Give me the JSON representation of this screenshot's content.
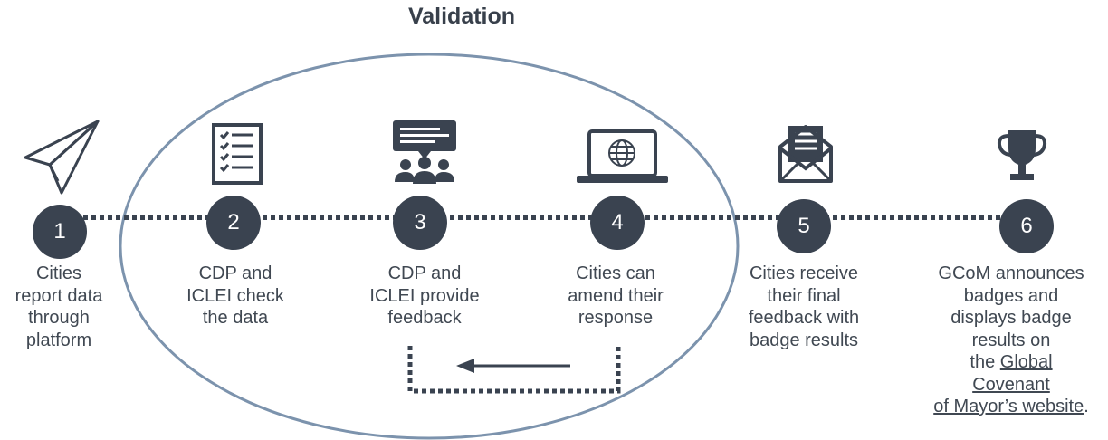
{
  "title": "Validation",
  "colors": {
    "dark": "#3a4350",
    "ellipse": "#7c93ad",
    "text": "#404852"
  },
  "steps": [
    {
      "number": "1",
      "icon": "paper-plane-icon",
      "lines": [
        "Cities",
        "report data",
        "through",
        "platform"
      ]
    },
    {
      "number": "2",
      "icon": "checklist-icon",
      "lines": [
        "CDP and",
        "ICLEI check",
        "the data"
      ]
    },
    {
      "number": "3",
      "icon": "group-feedback-icon",
      "lines": [
        "CDP and",
        "ICLEI provide",
        "feedback"
      ]
    },
    {
      "number": "4",
      "icon": "laptop-globe-icon",
      "lines": [
        "Cities can",
        "amend their",
        "response"
      ]
    },
    {
      "number": "5",
      "icon": "envelope-letter-icon",
      "lines": [
        "Cities receive",
        "their final",
        "feedback with",
        "badge results"
      ]
    },
    {
      "number": "6",
      "icon": "trophy-icon",
      "lines": [
        "GCoM announces",
        "badges and",
        "displays badge",
        "results on"
      ]
    }
  ],
  "step6_link": {
    "prefix": "the ",
    "link_line1": "Global",
    "link_line2": "Covenant",
    "link_line3": "of Mayor’s website",
    "suffix": "."
  }
}
